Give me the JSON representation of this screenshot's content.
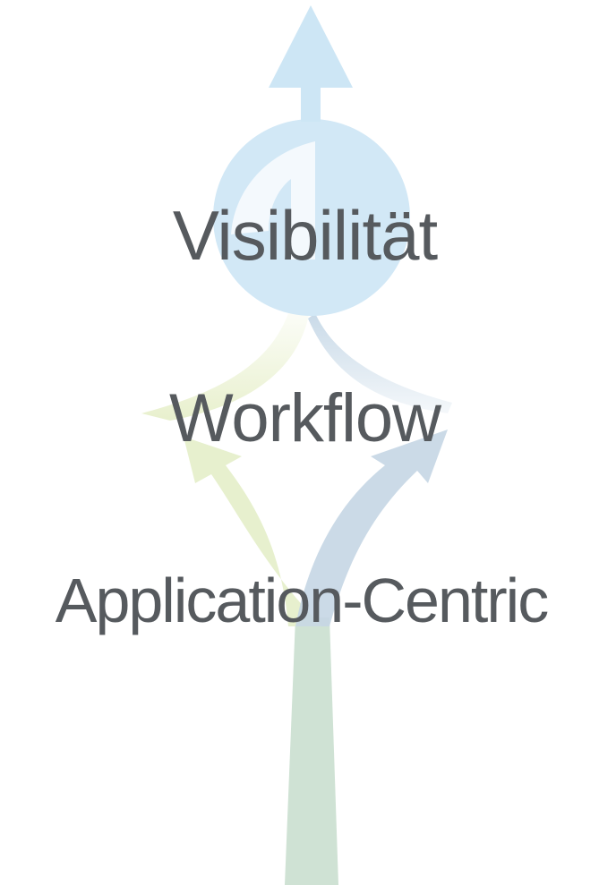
{
  "diagram": {
    "stages": [
      {
        "label": "Visibilität"
      },
      {
        "label": "Workflow"
      },
      {
        "label": "Application-Centric"
      }
    ],
    "colors": {
      "label_text": "#565a5e",
      "trunk": "#cfe2d4",
      "left_branch": "#e6efcb",
      "right_branch": "#c5d6e4",
      "circle": "#d2e8f6",
      "top_arrow": "#cde6f5"
    }
  }
}
